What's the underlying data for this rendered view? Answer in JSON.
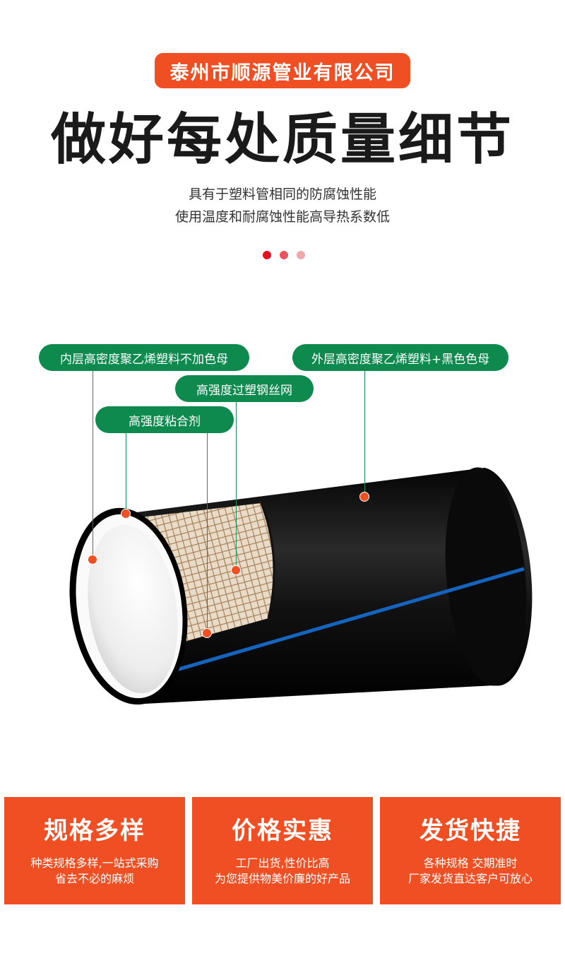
{
  "company": "泰州市顺源管业有限公司",
  "headline": "做好每处质量细节",
  "subtitle_lines": [
    "具有于塑料管相同的防腐蚀性能",
    "使用温度和耐腐蚀性能高导热系数低"
  ],
  "dot_colors": [
    "#e0131e",
    "#ea5560",
    "#f0a8ad"
  ],
  "labels": {
    "inner": "内层高密度聚乙烯塑料不加色母",
    "outer": "外层高密度聚乙烯塑料+黑色色母",
    "mesh": "高强度过塑钢丝网",
    "adhesive": "高强度粘合剂"
  },
  "features": [
    {
      "title": "规格多样",
      "line1": "种类规格多样,一站式采购",
      "line2": "省去不必的麻烦"
    },
    {
      "title": "价格实惠",
      "line1": "工厂出货,性价比高",
      "line2": "为您提供物美价廉的好产品"
    },
    {
      "title": "发货快捷",
      "line1": "各种规格 交期准时",
      "line2": "厂家发货直达客户可放心"
    }
  ],
  "colors": {
    "accent": "#f04e23",
    "label_green": "#0e8a4e",
    "stripe_blue": "#1565c0"
  }
}
